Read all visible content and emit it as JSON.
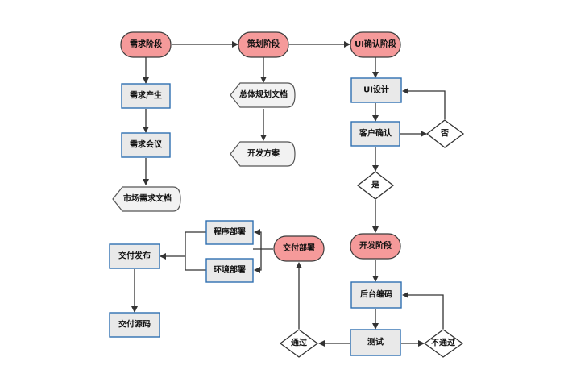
{
  "colors": {
    "stage_fill": "#f59a9a",
    "stage_stroke": "#3b3b3b",
    "process_fill": "#e9e9e9",
    "process_stroke": "#2f6fb1",
    "doc_fill": "#f2f2f2",
    "doc_stroke": "#555555",
    "decision_fill": "#ffffff",
    "edge": "#333333"
  },
  "nodes": {
    "req_stage": "需求阶段",
    "plan_stage": "策划阶段",
    "ui_confirm_stage": "UI确认阶段",
    "req_produce": "需求产生",
    "req_meeting": "需求会议",
    "market_doc": "市场需求文档",
    "plan_doc": "总体规划文档",
    "dev_plan": "开发方案",
    "ui_design": "UI设计",
    "customer_confirm": "客户确认",
    "no_decision": "否",
    "yes_decision": "是",
    "dev_stage": "开发阶段",
    "backend_coding": "后台编码",
    "test": "测试",
    "not_pass": "不通过",
    "pass": "通过",
    "deliver_deploy": "交付部署",
    "program_deploy": "程序部署",
    "env_deploy": "环境部署",
    "deliver_release": "交付发布",
    "deliver_source": "交付源码"
  }
}
